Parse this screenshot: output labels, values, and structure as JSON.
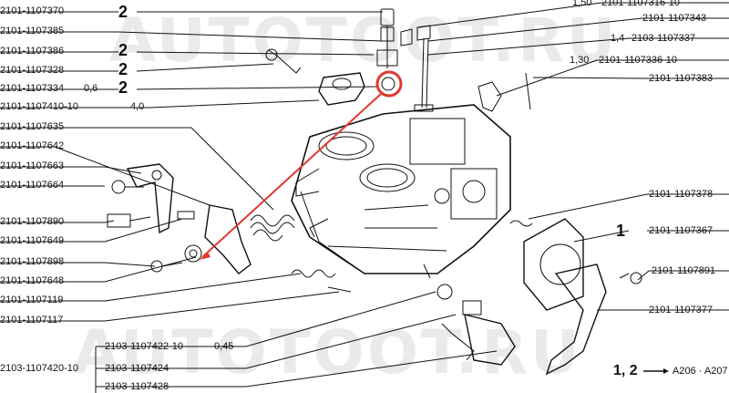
{
  "watermark": "AUTOTOOT.RU",
  "accent_color": "#e03a30",
  "callouts_left": [
    {
      "part": "2101-1107370",
      "qty": "",
      "ref": "2"
    },
    {
      "part": "2101-1107385",
      "qty": "",
      "ref": ""
    },
    {
      "part": "2101-1107386",
      "qty": "",
      "ref": "2"
    },
    {
      "part": "2101-1107328",
      "qty": "",
      "ref": "2"
    },
    {
      "part": "2101-1107334",
      "qty": "0,6",
      "ref": "2"
    },
    {
      "part": "2101-1107410-10",
      "qty": "4,0",
      "ref": ""
    },
    {
      "part": "2101-1107635",
      "qty": "",
      "ref": ""
    },
    {
      "part": "2101-1107642",
      "qty": "",
      "ref": ""
    },
    {
      "part": "2101-1107663",
      "qty": "",
      "ref": ""
    },
    {
      "part": "2101-1107664",
      "qty": "",
      "ref": ""
    },
    {
      "part": "2101-1107890",
      "qty": "",
      "ref": ""
    },
    {
      "part": "2101-1107649",
      "qty": "",
      "ref": ""
    },
    {
      "part": "2101-1107898",
      "qty": "",
      "ref": ""
    },
    {
      "part": "2101-1107648",
      "qty": "",
      "ref": ""
    },
    {
      "part": "2101-1107119",
      "qty": "",
      "ref": ""
    },
    {
      "part": "2101-1107117",
      "qty": "",
      "ref": ""
    }
  ],
  "callouts_right": [
    {
      "pre": "1,50",
      "part": "2101-1107316-10"
    },
    {
      "pre": "",
      "part": "2101-1107343"
    },
    {
      "pre": "1,4",
      "part": "2103-1107337"
    },
    {
      "pre": "1,30",
      "part": "2101-1107336-10"
    },
    {
      "pre": "",
      "part": "2101-1107383"
    },
    {
      "pre": "",
      "part": "2101-1107378"
    },
    {
      "pre": "1",
      "part": "2101-1107367"
    },
    {
      "pre": "",
      "part": "2101-1107891"
    },
    {
      "pre": "",
      "part": "2101-1107377"
    }
  ],
  "callouts_bottom": [
    {
      "part": "2103-1107422-10",
      "qty": "0,45"
    },
    {
      "part": "2103-1107424",
      "qty": ""
    },
    {
      "part": "2103-1107428",
      "qty": ""
    },
    {
      "part": "2103-1107420-10",
      "qty": ""
    }
  ],
  "legend": {
    "refs": "1, 2",
    "models": "A206 · A207"
  }
}
